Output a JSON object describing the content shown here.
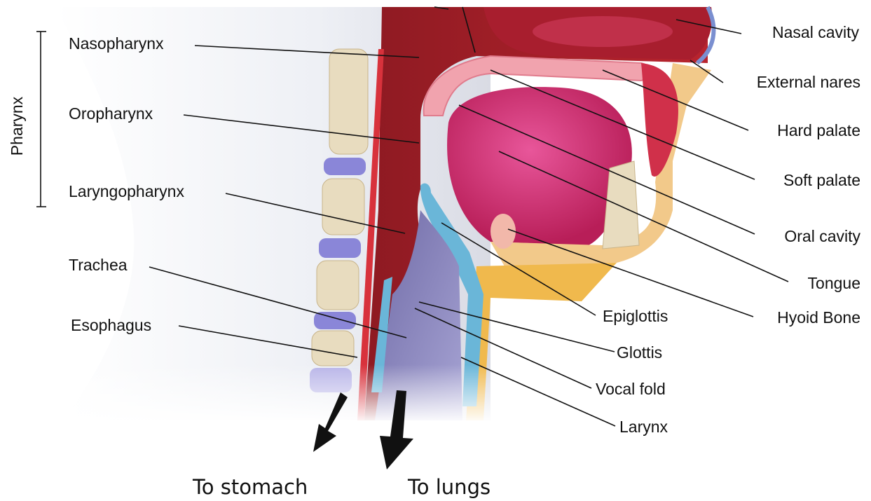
{
  "group_label": "Pharynx",
  "labels_left": {
    "nasopharynx": "Nasopharynx",
    "oropharynx": "Oropharynx",
    "laryngopharynx": "Laryngopharynx",
    "trachea": "Trachea",
    "esophagus": "Esophagus"
  },
  "labels_right": {
    "nasal_cavity": "Nasal cavity",
    "external_nares": "External nares",
    "hard_palate": "Hard palate",
    "soft_palate": "Soft palate",
    "oral_cavity": "Oral cavity",
    "tongue": "Tongue",
    "hyoid_bone": "Hyoid Bone"
  },
  "labels_center": {
    "epiglottis": "Epiglottis",
    "glottis": "Glottis",
    "vocal_fold": "Vocal fold",
    "larynx": "Larynx"
  },
  "captions": {
    "to_stomach": "To stomach",
    "to_lungs": "To lungs"
  }
}
